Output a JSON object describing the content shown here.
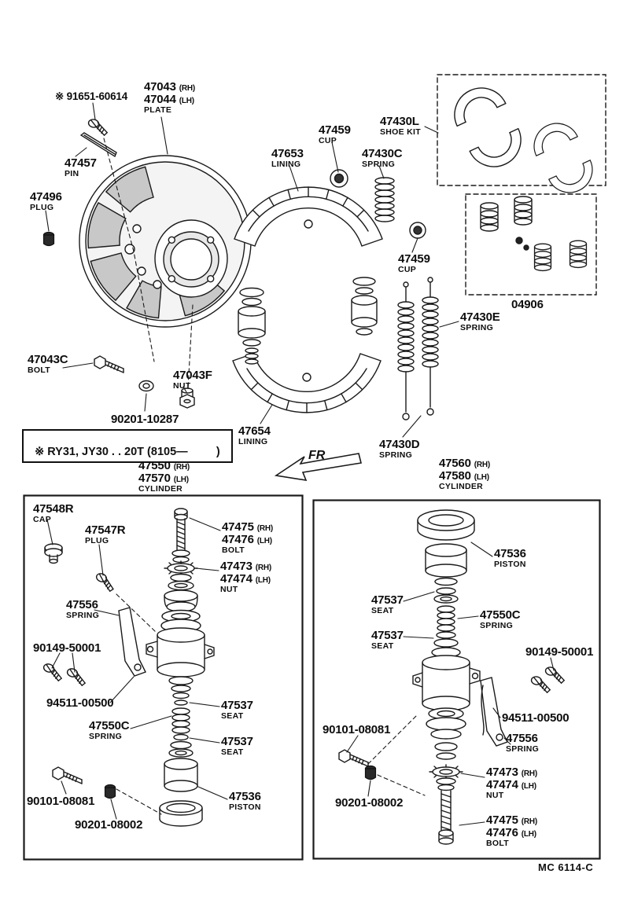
{
  "page": {
    "footer_code": "MC 6114-C",
    "fr": "FR",
    "note": "※ RY31, JY30 . . 20T (8105—         )"
  },
  "labels": {
    "ref_screw": {
      "num": "※ 91651-60614"
    },
    "plate": {
      "num_rh": "47043",
      "rh": "(RH)",
      "num_lh": "47044",
      "lh": "(LH)",
      "name": "PLATE"
    },
    "pin": {
      "num": "47457",
      "name": "PIN"
    },
    "plug_47496": {
      "num": "47496",
      "name": "PLUG"
    },
    "cup_top": {
      "num": "47459",
      "name": "CUP"
    },
    "lining_top": {
      "num": "47653",
      "name": "LINING"
    },
    "spring_47430c": {
      "num": "47430C",
      "name": "SPRING"
    },
    "shoe_kit": {
      "num": "47430L",
      "name": "SHOE KIT"
    },
    "cup_mid": {
      "num": "47459",
      "name": "CUP"
    },
    "cup_kit_04906": {
      "num": "04906"
    },
    "spring_47430e": {
      "num": "47430E",
      "name": "SPRING"
    },
    "bolt_47043c": {
      "num": "47043C",
      "name": "BOLT"
    },
    "nut_47043f": {
      "num": "47043F",
      "name": "NUT"
    },
    "washer_90201_10287": {
      "num": "90201-10287"
    },
    "lining_bottom": {
      "num": "47654",
      "name": "LINING"
    },
    "spring_47430d": {
      "num": "47430D",
      "name": "SPRING"
    },
    "cylinder_left": {
      "num_rh": "47550",
      "rh": "(RH)",
      "num_lh": "47570",
      "lh": "(LH)",
      "name": "CYLINDER"
    },
    "cylinder_right": {
      "num_rh": "47560",
      "rh": "(RH)",
      "num_lh": "47580",
      "lh": "(LH)",
      "name": "CYLINDER"
    },
    "cap_left": {
      "num": "47548R",
      "name": "CAP"
    },
    "plug_left": {
      "num": "47547R",
      "name": "PLUG"
    },
    "bolt_left": {
      "num_rh": "47475",
      "rh": "(RH)",
      "num_lh": "47476",
      "lh": "(LH)",
      "name": "BOLT"
    },
    "nut_left": {
      "num_rh": "47473",
      "rh": "(RH)",
      "num_lh": "47474",
      "lh": "(LH)",
      "name": "NUT"
    },
    "spring_47556_left": {
      "num": "47556",
      "name": "SPRING"
    },
    "num_90149_left": {
      "num": "90149-50001"
    },
    "num_94511_left": {
      "num": "94511-00500"
    },
    "seat_upper_left": {
      "num": "47537",
      "name": "SEAT"
    },
    "spring_47550c_left": {
      "num": "47550C",
      "name": "SPRING"
    },
    "seat_lower_left": {
      "num": "47537",
      "name": "SEAT"
    },
    "num_90101_left": {
      "num": "90101-08081"
    },
    "piston_left": {
      "num": "47536",
      "name": "PISTON"
    },
    "num_90201_left": {
      "num": "90201-08002"
    },
    "piston_right": {
      "num": "47536",
      "name": "PISTON"
    },
    "seat_upper_right": {
      "num": "47537",
      "name": "SEAT"
    },
    "spring_47550c_right": {
      "num": "47550C",
      "name": "SPRING"
    },
    "seat_lower_right": {
      "num": "47537",
      "name": "SEAT"
    },
    "num_90149_right": {
      "num": "90149-50001"
    },
    "num_94511_right": {
      "num": "94511-00500"
    },
    "spring_47556_right": {
      "num": "47556",
      "name": "SPRING"
    },
    "num_90101_right": {
      "num": "90101-08081"
    },
    "nut_right": {
      "num_rh": "47473",
      "rh": "(RH)",
      "num_lh": "47474",
      "lh": "(LH)",
      "name": "NUT"
    },
    "num_90201_right": {
      "num": "90201-08002"
    },
    "bolt_right": {
      "num_rh": "47475",
      "rh": "(RH)",
      "num_lh": "47476",
      "lh": "(LH)",
      "name": "BOLT"
    }
  }
}
